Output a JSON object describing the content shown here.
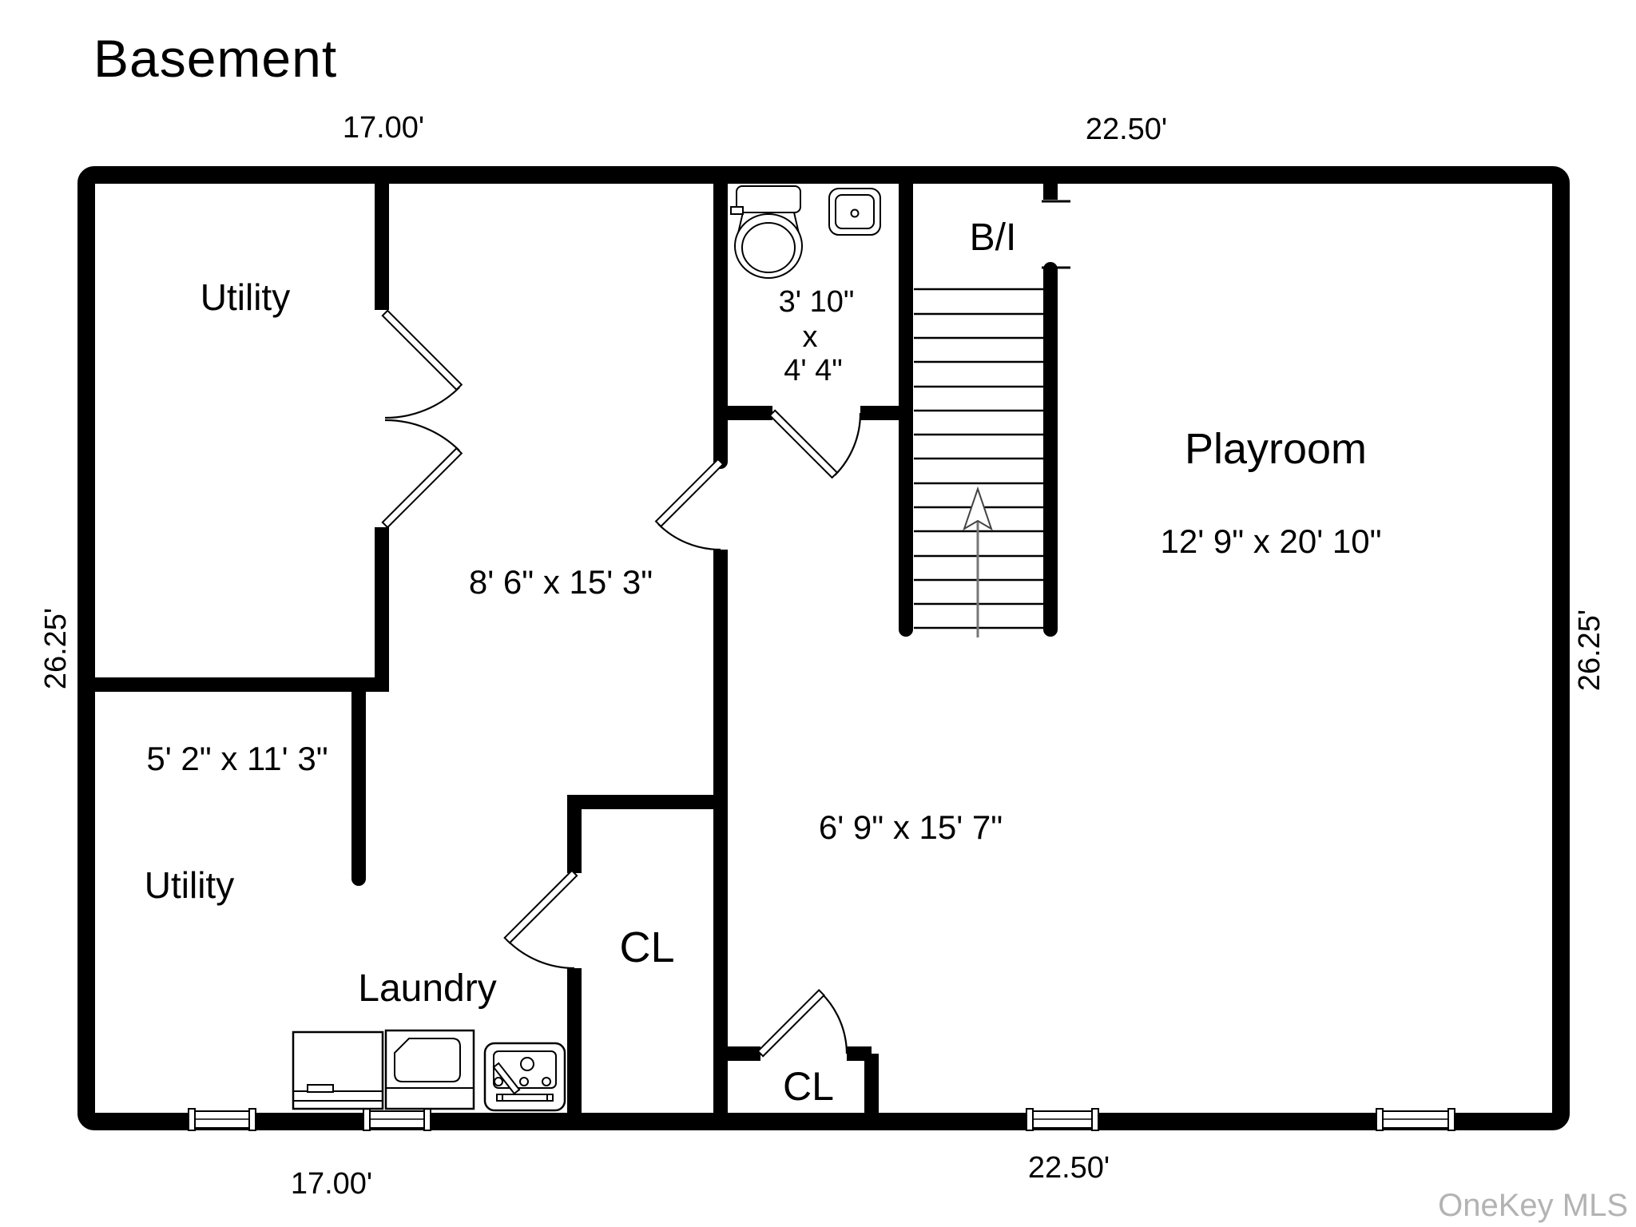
{
  "title": "Basement",
  "watermark": "OneKey MLS",
  "colors": {
    "wall": "#000000",
    "background": "#ffffff",
    "watermark": "#b3b3b3"
  },
  "dimensions": {
    "top_left": "17.00'",
    "top_right": "22.50'",
    "bottom_left": "17.00'",
    "bottom_right": "22.50'",
    "side_left": "26.25'",
    "side_right": "26.25'"
  },
  "rooms": {
    "utility_top": {
      "label": "Utility"
    },
    "utility_bottom": {
      "label": "Utility",
      "size": "5' 2\" x 11' 3\""
    },
    "laundry": {
      "label": "Laundry"
    },
    "playroom": {
      "label": "Playroom",
      "size": "12' 9\" x 20' 10\""
    },
    "built_in": {
      "label": "B/I"
    },
    "closet_left": {
      "label": "CL"
    },
    "closet_right": {
      "label": "CL"
    },
    "hall_upper": {
      "size": "8' 6\" x 15' 3\""
    },
    "hall_lower": {
      "size": "6' 9\" x 15' 7\""
    },
    "bathroom": {
      "size_width": "3' 10\"",
      "size_sep": "x",
      "size_height": "4' 4\""
    }
  },
  "icons": {
    "toilet": "toilet-icon",
    "bathroom_sink": "sink-icon",
    "stairs": "stairs-icon",
    "stairs_up_arrow": "up-arrow-icon",
    "washer": "washer-icon",
    "dryer": "dryer-icon",
    "laundry_sink": "laundry-sink-icon",
    "door_swing": "door-swing-icon",
    "window": "window-icon"
  }
}
